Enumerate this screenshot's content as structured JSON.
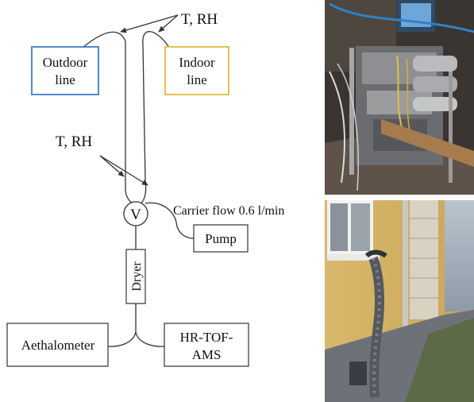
{
  "diagram": {
    "sensor_top": "T, RH",
    "sensor_bottom": "T, RH",
    "outdoor_line": [
      "Outdoor",
      "line"
    ],
    "indoor_line": [
      "Indoor",
      "line"
    ],
    "valve": "V",
    "carrier_flow": "Carrier flow 0.6 l/min",
    "pump": "Pump",
    "dryer": "Dryer",
    "aethalometer": "Aethalometer",
    "ams": [
      "HR-TOF-",
      "AMS"
    ]
  },
  "colors": {
    "outdoor_box": "#3d7fc4",
    "indoor_box": "#e4b93b",
    "line": "#333333"
  },
  "photos": [
    {
      "name": "instrument-rack-photo"
    },
    {
      "name": "building-inlet-photo"
    }
  ]
}
